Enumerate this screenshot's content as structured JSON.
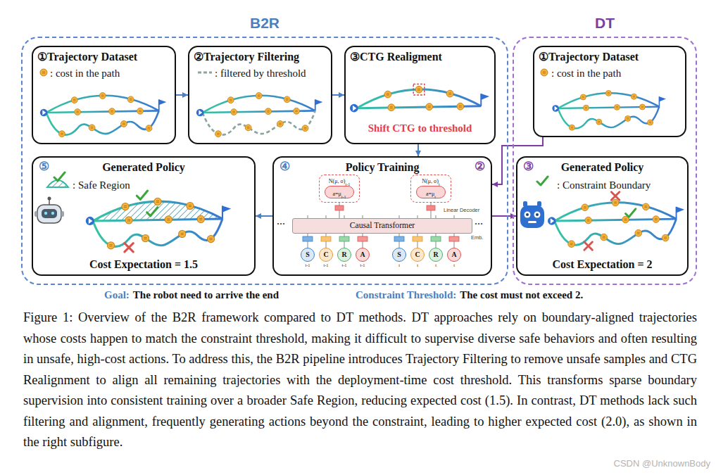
{
  "diagram": {
    "caption": "Figure 1: Overview of the B2R framework compared to DT methods. DT approaches rely on boundary-aligned trajectories whose costs happen to match the constraint threshold, making it difficult to supervise diverse safe behaviors and often resulting in unsafe, high-cost actions. To address this, the B2R pipeline introduces Trajectory Filtering to remove unsafe samples and CTG Realignment to align all remaining trajectories with the deployment-time cost threshold. This transforms sparse boundary supervision into consistent training over a broader Safe Region, reducing expected cost (1.5). In contrast, DT methods lack such filtering and alignment, frequently generating actions beyond the constraint, leading to higher expected cost (2.0), as shown in the right subfigure.",
    "nodes": [
      {
        "text": [
          "B2R"
        ]
      },
      {
        "text": [
          "①Trajectory Dataset",
          ": cost in the path"
        ],
        "in": 0
      },
      {
        "text": [
          "②Trajectory Filtering",
          ": filtered by threshold"
        ],
        "in": 0
      },
      {
        "text": [
          "③CTG Realigment",
          "Shift CTG to threshold"
        ],
        "in": 0
      },
      {
        "text": [
          "④",
          "Policy Training",
          "②"
        ],
        "in": 0
      },
      {
        "text": [
          "Causal Transformer"
        ],
        "in": 4
      },
      {
        "text": [
          "N(μ, σ)",
          "t-1"
        ],
        "in": 4
      },
      {
        "text": [
          "a=μ",
          "t-1"
        ],
        "in": 6
      },
      {
        "text": [
          "N(μ, σ)",
          "t"
        ],
        "in": 4
      },
      {
        "text": [
          "a=μ",
          "t"
        ],
        "in": 8
      },
      {
        "text": [
          "S",
          "t-1"
        ],
        "in": 4
      },
      {
        "text": [
          "C",
          "t-1"
        ],
        "in": 4
      },
      {
        "text": [
          "R",
          "t-1"
        ],
        "in": 4
      },
      {
        "text": [
          "A",
          "t-1"
        ],
        "in": 4
      },
      {
        "text": [
          "S",
          "t"
        ],
        "in": 4
      },
      {
        "text": [
          "C",
          "t"
        ],
        "in": 4
      },
      {
        "text": [
          "R",
          "t"
        ],
        "in": 4
      },
      {
        "text": [
          "A",
          "t"
        ],
        "in": 4
      },
      {
        "text": [
          "⑤",
          "Generated Policy",
          ": Safe Region",
          "Cost Expectation = 1.5"
        ],
        "in": 0
      },
      {
        "text": [
          "DT"
        ]
      },
      {
        "text": [
          "①Trajectory Dataset",
          ": cost in the path"
        ],
        "in": 19
      },
      {
        "text": [
          "③",
          "Generated Policy",
          ": Constraint Boundary",
          "Cost Expectation = 2"
        ],
        "in": 19
      }
    ],
    "edges": [
      {
        "from": 1,
        "to": 2,
        "arrow": "to"
      },
      {
        "from": 2,
        "to": 3,
        "arrow": "to"
      },
      {
        "from": 3,
        "to": 4,
        "arrow": "to"
      },
      {
        "from": 4,
        "to": 18,
        "arrow": "to"
      },
      {
        "from": 20,
        "to": 4,
        "arrow": "to"
      },
      {
        "from": 4,
        "to": 21,
        "arrow": "to"
      }
    ],
    "labels": [
      "···",
      "···",
      "Linear Decoder",
      "Emb.",
      "Goal:",
      "The robot need to arrive the end",
      "Constraint Threshold:",
      "The cost must not exceed 2.",
      "CSDN @UnknownBody"
    ]
  }
}
